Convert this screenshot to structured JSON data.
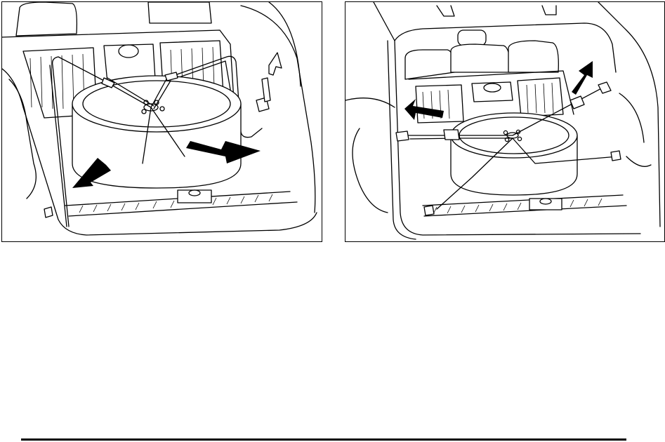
{
  "figures": [
    {
      "id": "left",
      "icon": "spare-tire-cargo-removal-illustration",
      "arrows": 2
    },
    {
      "id": "right",
      "icon": "spare-tire-cargo-strap-illustration",
      "arrows": 2
    }
  ],
  "colors": {
    "line": "#000000",
    "background": "#ffffff"
  }
}
